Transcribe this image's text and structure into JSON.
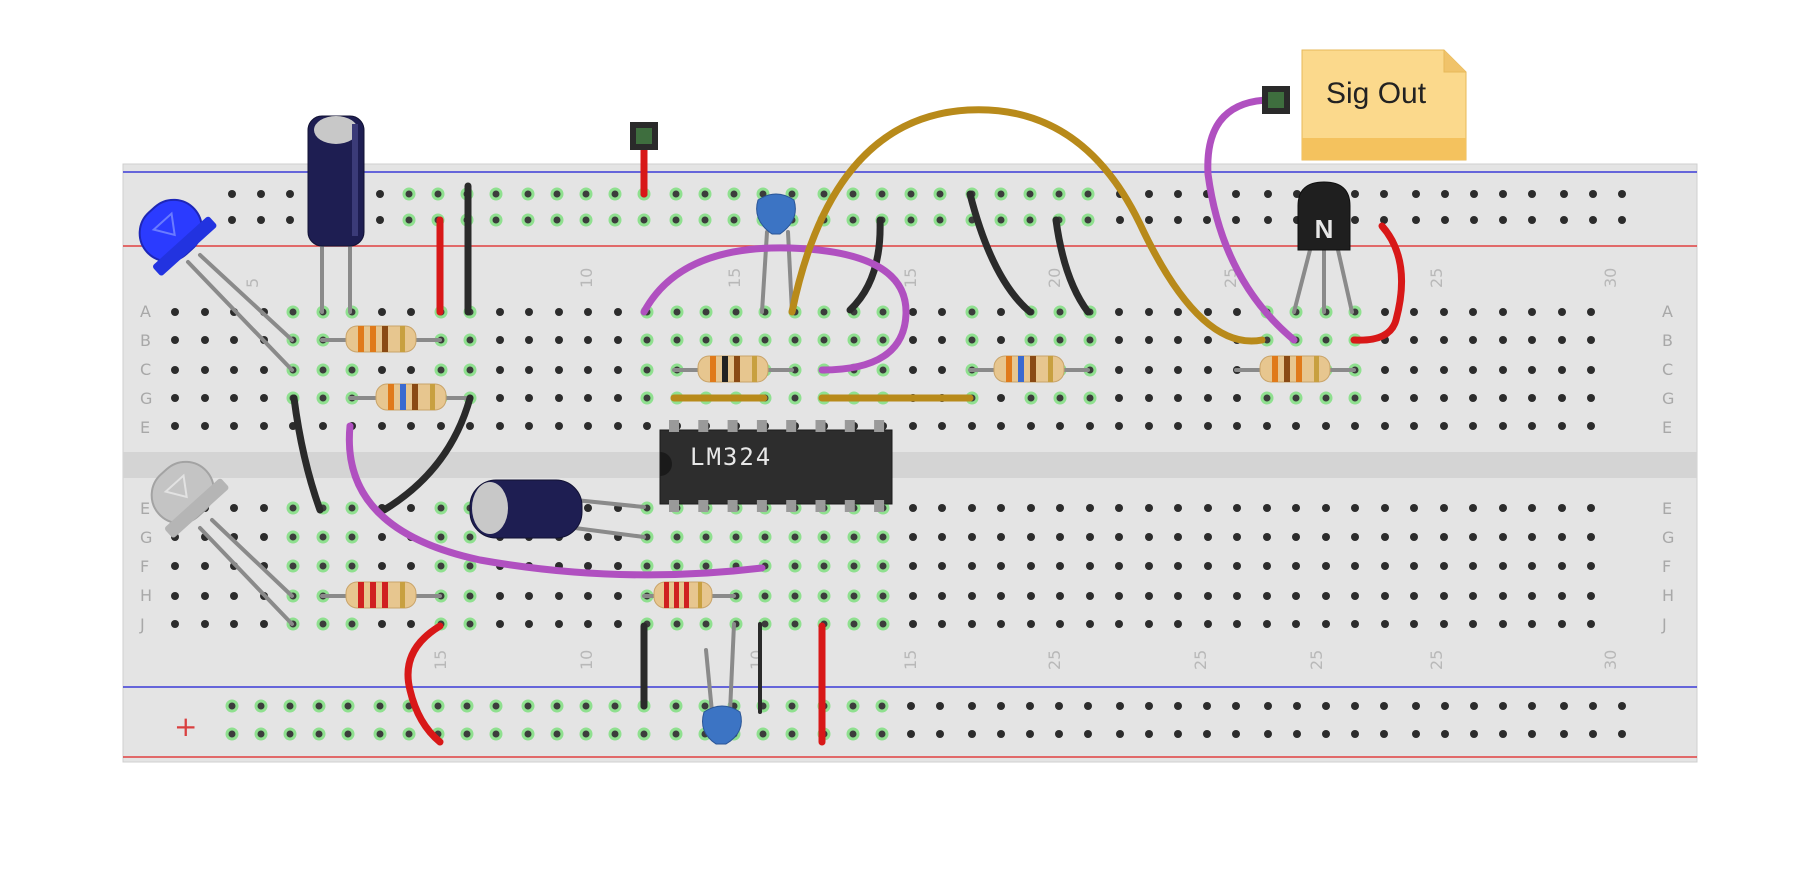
{
  "breadboard": {
    "row_labels_top": [
      "A",
      "B",
      "C",
      "G",
      "E"
    ],
    "row_labels_bottom": [
      "E",
      "G",
      "F",
      "H",
      "J"
    ],
    "column_labels_top": [
      "5",
      "10",
      "15",
      "15",
      "20",
      "25",
      "25",
      "30"
    ],
    "column_labels_bottom": [
      "15",
      "10",
      "10",
      "15",
      "25",
      "25",
      "25",
      "25",
      "30"
    ],
    "rail_plus_symbol": "+",
    "rail_colors": {
      "positive": "#e04040",
      "negative": "#3b3bd6"
    }
  },
  "components": {
    "ic_label": "LM324",
    "transistor_label": "N",
    "note_label": "Sig Out",
    "led_colors": {
      "top": "#2b3bff",
      "bottom": "#bdbdbd"
    }
  },
  "wire_colors": {
    "red": "#d81818",
    "black": "#2a2a2a",
    "purple": "#b050c0",
    "gold": "#b88a1a"
  }
}
